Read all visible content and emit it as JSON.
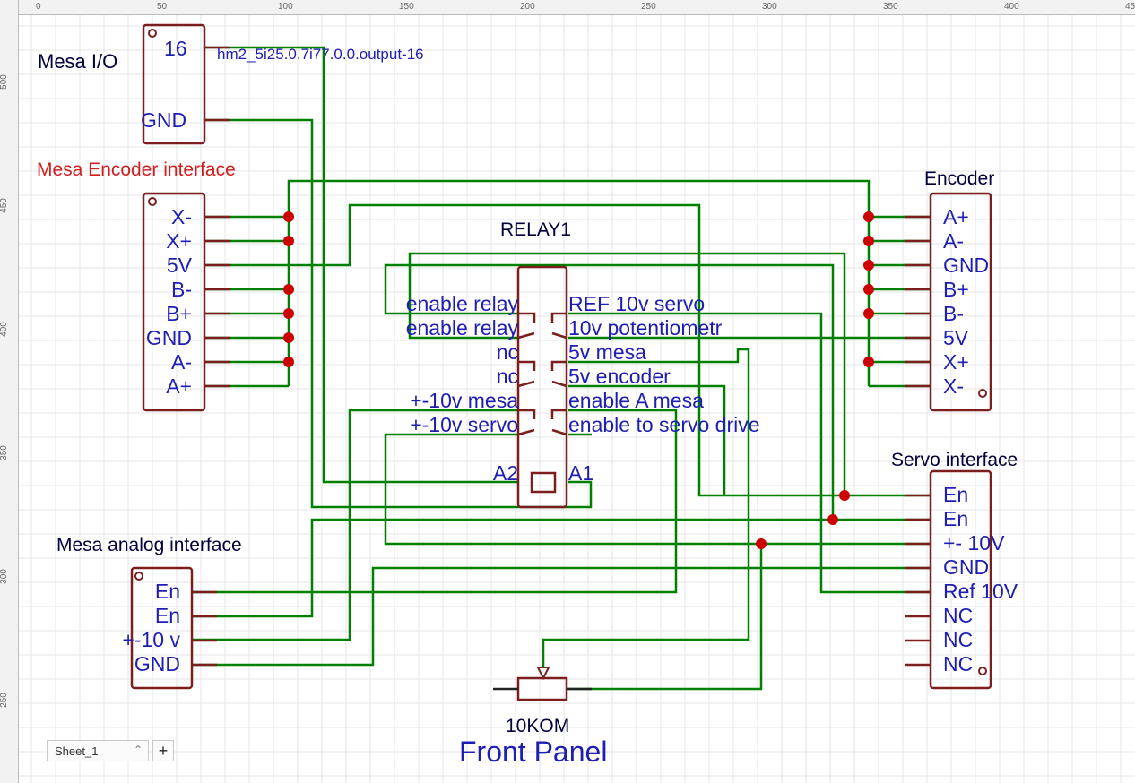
{
  "ruler": {
    "h_labels": [
      "0",
      "50",
      "100",
      "150",
      "200",
      "250",
      "300",
      "350",
      "400",
      "45"
    ],
    "v_labels": [
      "500",
      "450",
      "400",
      "350",
      "300",
      "250"
    ]
  },
  "components": {
    "mesa_io": {
      "title": "Mesa I/O",
      "pins": [
        "16",
        "GND"
      ],
      "net_label": "hm2_5i25.0.7i77.0.0.output-16"
    },
    "mesa_encoder": {
      "title": "Mesa Encoder interface",
      "pins": [
        "X-",
        "X+",
        "5V",
        "B-",
        "B+",
        "GND",
        "A-",
        "A+"
      ]
    },
    "encoder": {
      "title": "Encoder",
      "pins": [
        "A+",
        "A-",
        "GND",
        "B+",
        "B-",
        "5V",
        "X+",
        "X-"
      ]
    },
    "relay": {
      "title": "RELAY1",
      "left_labels": [
        "enable relay",
        "enable relay",
        "nc",
        "nc",
        "+-10v mesa",
        "+-10v servo"
      ],
      "right_labels": [
        "REF 10v servo",
        "10v potentiometr",
        "5v mesa",
        "5v encoder",
        "enable A mesa",
        "enable to servo drive"
      ],
      "coil_labels": [
        "A2",
        "A1"
      ]
    },
    "servo": {
      "title": "Servo interface",
      "pins": [
        "En",
        "En",
        "+- 10V",
        "GND",
        "Ref 10V",
        "NC",
        "NC",
        "NC"
      ]
    },
    "mesa_analog": {
      "title": "Mesa analog interface",
      "pins": [
        "En",
        "En",
        "+-10 v",
        "GND"
      ]
    },
    "potentiometer": {
      "value": "10KOM"
    },
    "front_panel": {
      "label": "Front Panel"
    }
  },
  "sheet_tab": {
    "label": "Sheet_1",
    "add_label": "+"
  },
  "colors": {
    "wire": "#008000",
    "body": "#7a1e1e",
    "text": "#1e1eb4",
    "title": "#00003c",
    "warning_title": "#d21e1e",
    "junction": "#cc0000",
    "grid": "#e6e6e6"
  }
}
